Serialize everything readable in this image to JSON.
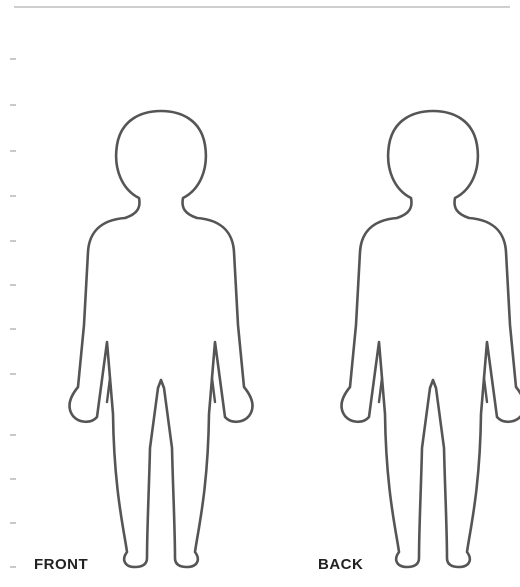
{
  "figures": [
    {
      "view": "front",
      "label": "FRONT"
    },
    {
      "view": "back",
      "label": "BACK"
    }
  ],
  "colors": {
    "outline": "#555555",
    "label": "#222222",
    "rule": "#cfcfcf"
  }
}
